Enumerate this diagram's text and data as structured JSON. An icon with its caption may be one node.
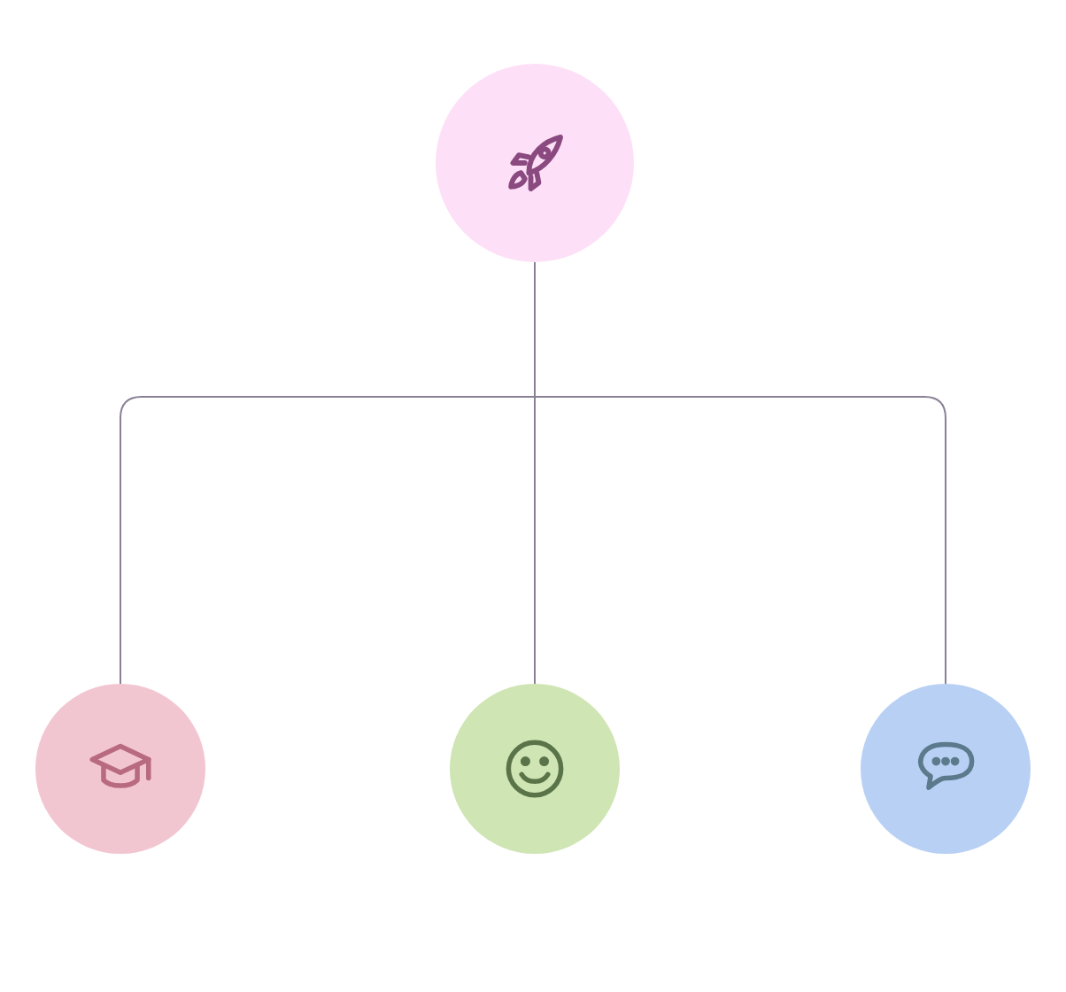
{
  "diagram": {
    "nodes": [
      {
        "text": [],
        "shape": "circle"
      },
      {
        "text": [],
        "shape": "circle"
      },
      {
        "text": [],
        "shape": "circle"
      },
      {
        "text": [],
        "shape": "circle"
      }
    ],
    "edges": [
      {
        "from": 0,
        "to": 1,
        "arrow": "none"
      },
      {
        "from": 0,
        "to": 2,
        "arrow": "none"
      },
      {
        "from": 0,
        "to": 3,
        "arrow": "none"
      }
    ]
  }
}
